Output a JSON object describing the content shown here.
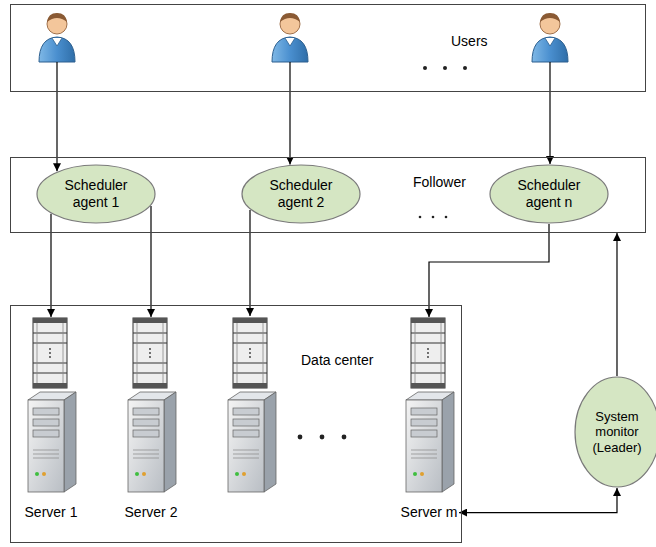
{
  "diagram": {
    "nodes": [
      {
        "text": [
          "Users"
        ]
      },
      {
        "text": [
          "Follower"
        ]
      },
      {
        "text": [
          "Scheduler agent 1"
        ],
        "in": 1
      },
      {
        "text": [
          "Scheduler agent 2"
        ],
        "in": 1
      },
      {
        "text": [
          "Scheduler agent n"
        ],
        "in": 1
      },
      {
        "text": [
          "Data center"
        ]
      },
      {
        "text": [
          "Server 1"
        ],
        "in": 5
      },
      {
        "text": [
          "Server 2"
        ],
        "in": 5
      },
      {
        "text": [
          "Server m"
        ],
        "in": 5
      },
      {
        "text": [
          "System monitor (Leader)"
        ]
      }
    ],
    "edges": [
      {
        "from": 0,
        "to": 2,
        "arrow": "to"
      },
      {
        "from": 0,
        "to": 3,
        "arrow": "to"
      },
      {
        "from": 0,
        "to": 4,
        "arrow": "to"
      },
      {
        "from": 2,
        "to": 6,
        "arrow": "to"
      },
      {
        "from": 2,
        "to": 7,
        "arrow": "to"
      },
      {
        "from": 4,
        "to": 8,
        "arrow": "to"
      },
      {
        "from": 8,
        "to": 9,
        "arrow": "both"
      },
      {
        "from": 9,
        "to": 1,
        "arrow": "to"
      }
    ]
  }
}
